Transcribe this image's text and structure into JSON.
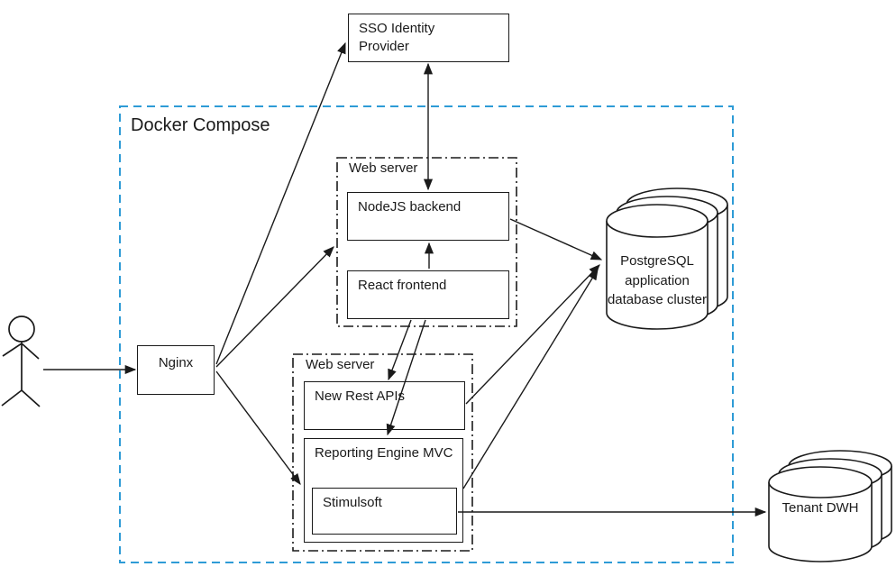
{
  "container": {
    "label": "Docker Compose"
  },
  "nodes": {
    "sso": {
      "label": "SSO Identity Provider"
    },
    "nginx": {
      "label": "Nginx"
    },
    "webserver1": {
      "label": "Web server"
    },
    "nodejs": {
      "label": "NodeJS backend"
    },
    "react": {
      "label": "React frontend"
    },
    "webserver2": {
      "label": "Web server"
    },
    "newrest": {
      "label": "New Rest APIs"
    },
    "reporting": {
      "label": "Reporting Engine MVC"
    },
    "stimulsoft": {
      "label": "Stimulsoft"
    },
    "postgres": {
      "label": "PostgreSQL application database cluster"
    },
    "tenant": {
      "label": "Tenant DWH"
    }
  },
  "edges": [
    {
      "from": "User",
      "to": "Nginx",
      "arrow": "one-way"
    },
    {
      "from": "Nginx",
      "to": "SSO Identity Provider",
      "arrow": "one-way"
    },
    {
      "from": "Nginx",
      "to": "Web server (NodeJS backend / React frontend)",
      "arrow": "one-way"
    },
    {
      "from": "Nginx",
      "to": "Reporting Engine MVC",
      "arrow": "one-way"
    },
    {
      "from": "SSO Identity Provider",
      "to": "NodeJS backend",
      "arrow": "two-way"
    },
    {
      "from": "React frontend",
      "to": "NodeJS backend",
      "arrow": "one-way"
    },
    {
      "from": "React frontend",
      "to": "New Rest APIs",
      "arrow": "one-way"
    },
    {
      "from": "React frontend",
      "to": "Reporting Engine MVC",
      "arrow": "one-way"
    },
    {
      "from": "NodeJS backend",
      "to": "PostgreSQL application database cluster",
      "arrow": "one-way"
    },
    {
      "from": "New Rest APIs",
      "to": "PostgreSQL application database cluster",
      "arrow": "one-way"
    },
    {
      "from": "Reporting Engine MVC",
      "to": "PostgreSQL application database cluster",
      "arrow": "one-way"
    },
    {
      "from": "Stimulsoft",
      "to": "Tenant DWH",
      "arrow": "one-way"
    }
  ],
  "colors": {
    "accent_border": "#2E9BD6",
    "stroke": "#1A1A1A",
    "fill": "#FFFFFF"
  }
}
